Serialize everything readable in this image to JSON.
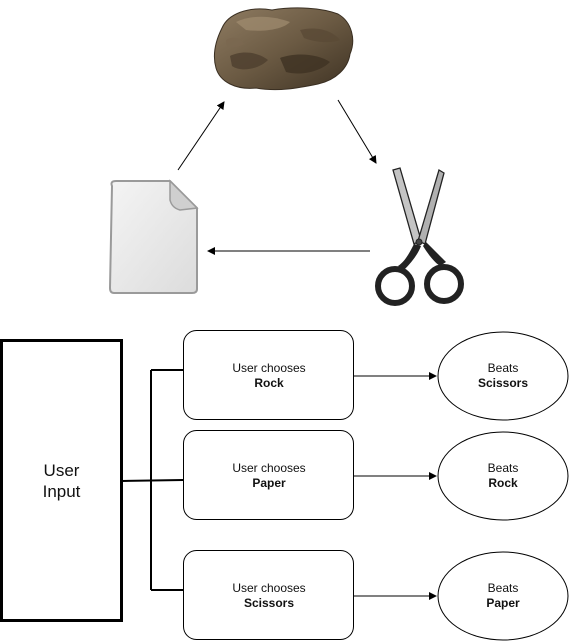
{
  "cycle": {
    "icons": [
      "rock-icon",
      "scissors-icon",
      "paper-icon"
    ]
  },
  "input_box": {
    "line1": "User",
    "line2": "Input"
  },
  "choices": [
    {
      "line1": "User chooses",
      "line2": "Rock"
    },
    {
      "line1": "User chooses",
      "line2": "Paper"
    },
    {
      "line1": "User chooses",
      "line2": "Scissors"
    }
  ],
  "outcomes": [
    {
      "line1": "Beats",
      "line2": "Scissors"
    },
    {
      "line1": "Beats",
      "line2": "Rock"
    },
    {
      "line1": "Beats",
      "line2": "Paper"
    }
  ],
  "colors": {
    "rock_dark": "#4a3d2c",
    "rock_mid": "#6b5a43",
    "rock_light": "#8f7c62",
    "paper_fill": "#e9e9e9",
    "paper_stroke": "#9a9a9a",
    "scissors_handle": "#222222",
    "scissors_blade": "#bfbfbf",
    "line": "#000000"
  }
}
